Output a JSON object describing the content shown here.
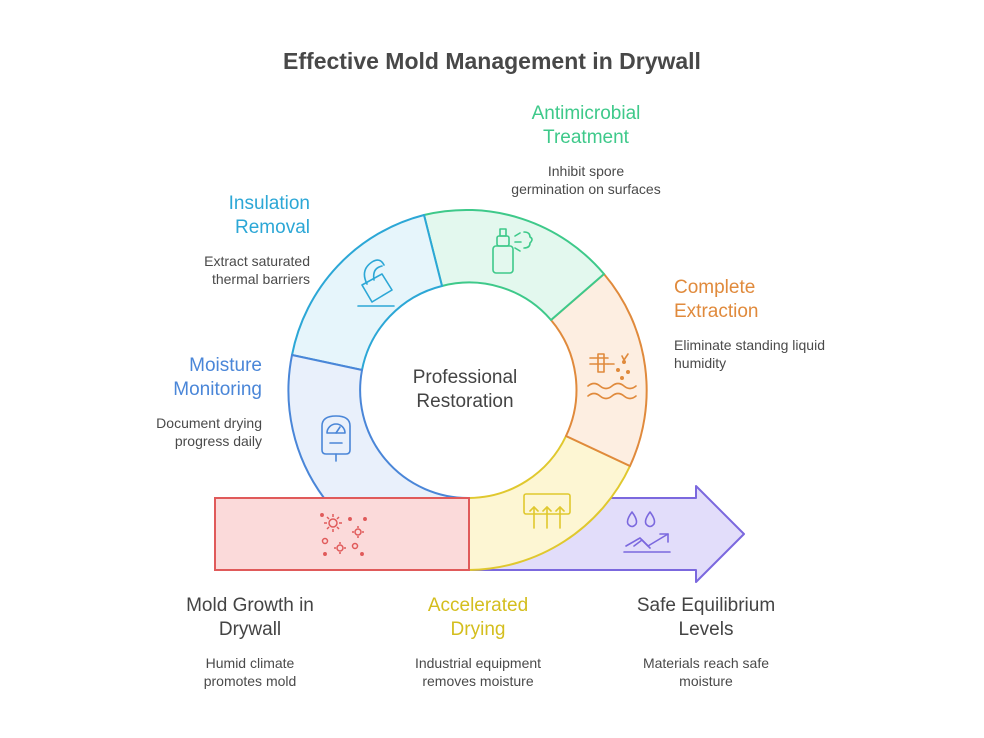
{
  "title": "Effective Mold Management in Drywall",
  "center_label": "Professional\nRestoration",
  "colors": {
    "red": "#e05a5a",
    "yellow": "#e0c82e",
    "orange": "#e08a3c",
    "green": "#3ec98a",
    "cyan": "#2ca7d6",
    "blue": "#4a86d8",
    "purple": "#7b68de"
  },
  "stages": {
    "mold": {
      "title": "Mold Growth in\nDrywall",
      "desc": "Humid climate\npromotes mold",
      "icon": "mold-spores-icon"
    },
    "drying": {
      "title": "Accelerated\nDrying",
      "desc": "Industrial equipment\nremoves moisture",
      "icon": "air-mover-icon"
    },
    "equilibrium": {
      "title": "Safe Equilibrium\nLevels",
      "desc": "Materials reach safe\nmoisture",
      "icon": "droplets-trend-icon"
    },
    "extraction": {
      "title": "Complete\nExtraction",
      "desc": "Eliminate standing liquid\nhumidity",
      "icon": "water-extraction-icon"
    },
    "antimicrobial": {
      "title": "Antimicrobial\nTreatment",
      "desc": "Inhibit spore\ngermination on surfaces",
      "icon": "spray-bottle-icon"
    },
    "insulation": {
      "title": "Insulation\nRemoval",
      "desc": "Extract saturated\nthermal barriers",
      "icon": "insulation-removal-icon"
    },
    "monitoring": {
      "title": "Moisture\nMonitoring",
      "desc": "Document drying\nprogress daily",
      "icon": "moisture-meter-icon"
    }
  }
}
